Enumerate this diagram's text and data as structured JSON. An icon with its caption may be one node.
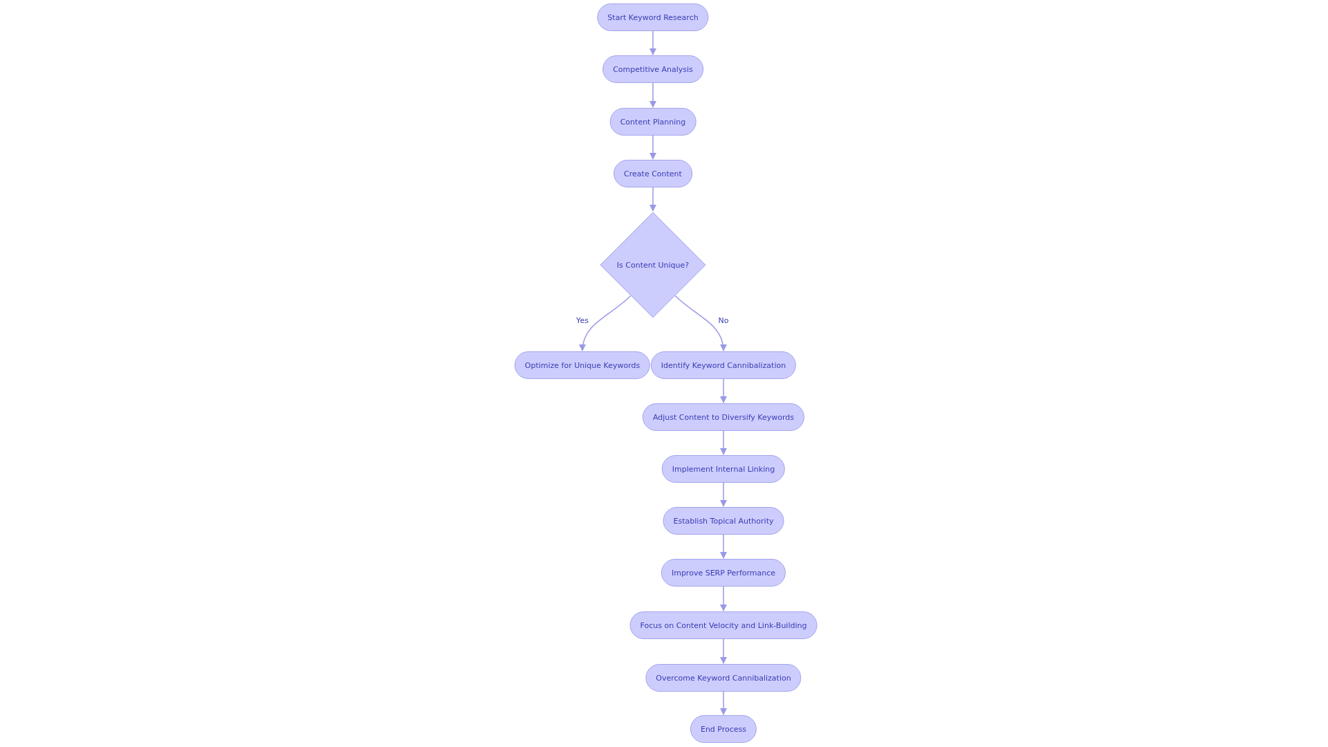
{
  "diagram": {
    "nodes": [
      {
        "text": [
          "Start Keyword Research"
        ]
      },
      {
        "text": [
          "Competitive Analysis"
        ]
      },
      {
        "text": [
          "Content Planning"
        ]
      },
      {
        "text": [
          "Create Content"
        ]
      },
      {
        "text": [
          "Is Content Unique?"
        ]
      },
      {
        "text": [
          "Optimize for Unique Keywords"
        ]
      },
      {
        "text": [
          "Identify Keyword Cannibalization"
        ]
      },
      {
        "text": [
          "Adjust Content to Diversify Keywords"
        ]
      },
      {
        "text": [
          "Implement Internal Linking"
        ]
      },
      {
        "text": [
          "Establish Topical Authority"
        ]
      },
      {
        "text": [
          "Improve SERP Performance"
        ]
      },
      {
        "text": [
          "Focus on Content Velocity and Link-Building"
        ]
      },
      {
        "text": [
          "Overcome Keyword Cannibalization"
        ]
      },
      {
        "text": [
          "End Process"
        ]
      }
    ],
    "edges": [
      {
        "from": 0,
        "to": 1,
        "arrow": "to"
      },
      {
        "from": 1,
        "to": 2,
        "arrow": "to"
      },
      {
        "from": 2,
        "to": 3,
        "arrow": "to"
      },
      {
        "from": 3,
        "to": 4,
        "arrow": "to"
      },
      {
        "from": 4,
        "to": 5,
        "arrow": "to",
        "label": "Yes"
      },
      {
        "from": 4,
        "to": 6,
        "arrow": "to",
        "label": "No"
      },
      {
        "from": 6,
        "to": 7,
        "arrow": "to"
      },
      {
        "from": 7,
        "to": 8,
        "arrow": "to"
      },
      {
        "from": 8,
        "to": 9,
        "arrow": "to"
      },
      {
        "from": 9,
        "to": 10,
        "arrow": "to"
      },
      {
        "from": 10,
        "to": 11,
        "arrow": "to"
      },
      {
        "from": 11,
        "to": 12,
        "arrow": "to"
      },
      {
        "from": 12,
        "to": 13,
        "arrow": "to"
      }
    ]
  }
}
